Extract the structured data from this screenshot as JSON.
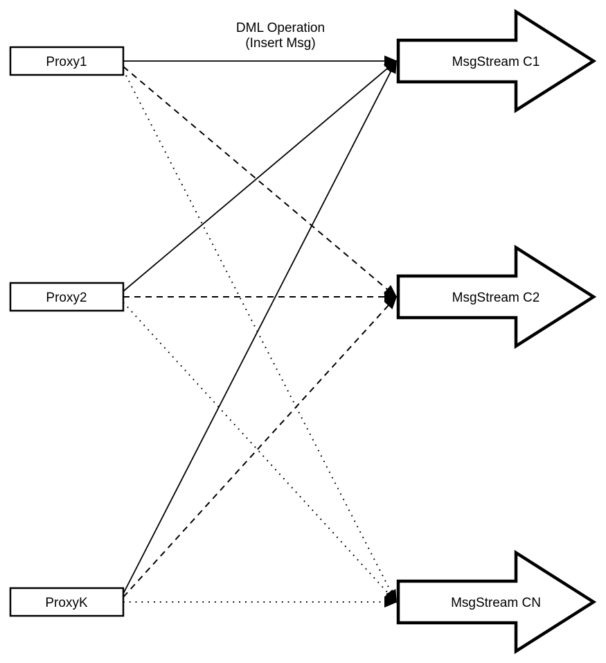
{
  "title_label": {
    "line1": "DML Operation",
    "line2": "(Insert Msg)"
  },
  "proxies": [
    {
      "id": "proxy1",
      "label": "Proxy1"
    },
    {
      "id": "proxy2",
      "label": "Proxy2"
    },
    {
      "id": "proxyk",
      "label": "ProxyK"
    }
  ],
  "streams": [
    {
      "id": "c1",
      "label": "MsgStream C1"
    },
    {
      "id": "c2",
      "label": "MsgStream C2"
    },
    {
      "id": "cn",
      "label": "MsgStream CN"
    }
  ],
  "connections": [
    {
      "from": "Proxy1",
      "to": "MsgStream C1",
      "style": "solid"
    },
    {
      "from": "Proxy1",
      "to": "MsgStream C2",
      "style": "dashed"
    },
    {
      "from": "Proxy1",
      "to": "MsgStream CN",
      "style": "dotted"
    },
    {
      "from": "Proxy2",
      "to": "MsgStream C1",
      "style": "solid"
    },
    {
      "from": "Proxy2",
      "to": "MsgStream C2",
      "style": "dashed"
    },
    {
      "from": "Proxy2",
      "to": "MsgStream CN",
      "style": "dotted"
    },
    {
      "from": "ProxyK",
      "to": "MsgStream C1",
      "style": "solid"
    },
    {
      "from": "ProxyK",
      "to": "MsgStream C2",
      "style": "dashed"
    },
    {
      "from": "ProxyK",
      "to": "MsgStream CN",
      "style": "dotted"
    }
  ],
  "colors": {
    "stroke": "#000000",
    "node_fill": "#ffffff",
    "background": "#ffffff"
  }
}
